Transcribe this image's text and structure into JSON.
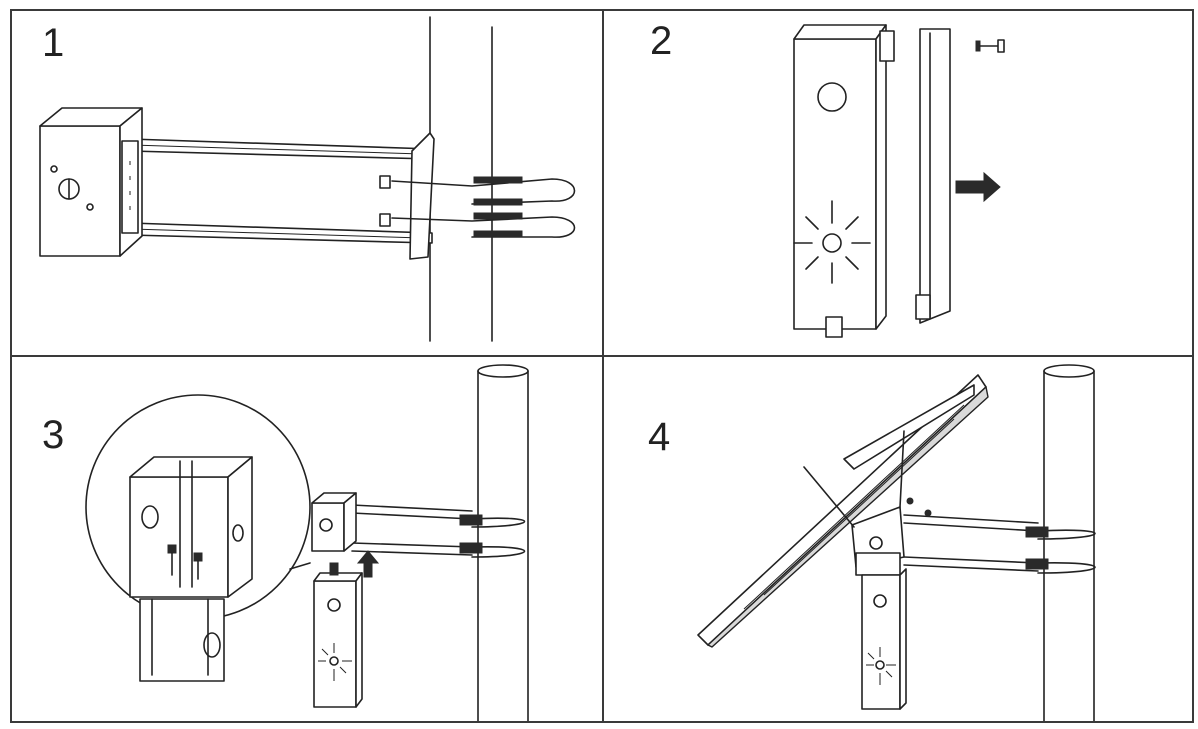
{
  "figure": {
    "panels": [
      {
        "step": "1",
        "icon": "arm-bracket-u-bolt-mount-icon"
      },
      {
        "step": "2",
        "icon": "battery-box-bracket-detach-icon"
      },
      {
        "step": "3",
        "icon": "box-attach-to-arm-icon"
      },
      {
        "step": "4",
        "icon": "solar-panel-mounted-icon"
      }
    ],
    "line_color": "#222222",
    "background": "#ffffff"
  }
}
